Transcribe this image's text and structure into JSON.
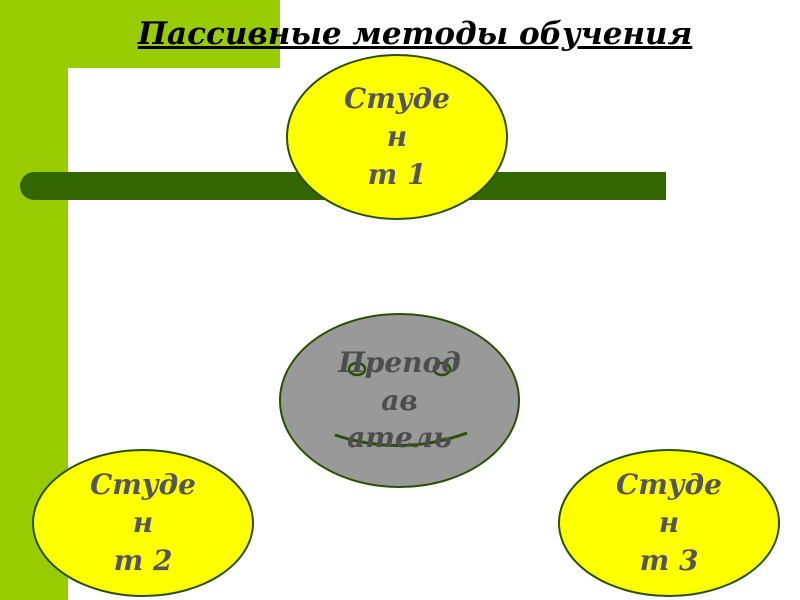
{
  "title": "Пассивные методы обучения",
  "nodes": {
    "student1": "Студен\nт 1",
    "student2": "Студен\nт 2",
    "student3": "Студен\nт 3",
    "teacher": "Преподав\nатель"
  },
  "colors": {
    "accent_green": "#99cc00",
    "bar_dark_green": "#336600",
    "student_fill": "#ffff00",
    "teacher_fill": "#999999"
  }
}
